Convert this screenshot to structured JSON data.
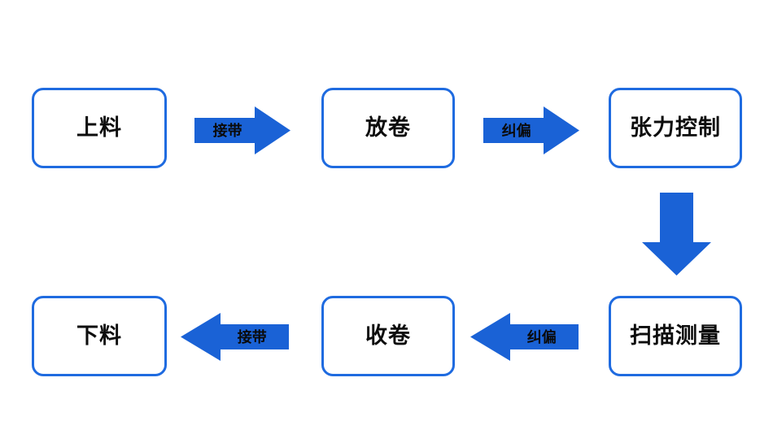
{
  "diagram": {
    "type": "process-flow",
    "title": "",
    "orientation": "serpentine",
    "colors": {
      "box_border": "#1f6be0",
      "box_fill": "#ffffff",
      "arrow_fill": "#1a62d6",
      "text": "#0d0d0d",
      "background": "#ffffff"
    },
    "nodes": [
      {
        "id": "loading",
        "label": "上料",
        "row": "top",
        "order": 1
      },
      {
        "id": "unwinding",
        "label": "放卷",
        "row": "top",
        "order": 2
      },
      {
        "id": "tension",
        "label": "张力控制",
        "row": "top",
        "order": 3
      },
      {
        "id": "scanning",
        "label": "扫描测量",
        "row": "bottom",
        "order": 1
      },
      {
        "id": "rewinding",
        "label": "收卷",
        "row": "bottom",
        "order": 2
      },
      {
        "id": "unloading",
        "label": "下料",
        "row": "bottom",
        "order": 3
      }
    ],
    "arrows": [
      {
        "id": "arrow-loading-to-unwinding",
        "label": "接带",
        "direction": "right",
        "from": "loading",
        "to": "unwinding"
      },
      {
        "id": "arrow-unwinding-to-tension",
        "label": "纠偏",
        "direction": "right",
        "from": "unwinding",
        "to": "tension"
      },
      {
        "id": "arrow-tension-to-scanning",
        "label": "",
        "direction": "down",
        "from": "tension",
        "to": "scanning"
      },
      {
        "id": "arrow-scanning-to-rewinding",
        "label": "纠偏",
        "direction": "left",
        "from": "scanning",
        "to": "rewinding"
      },
      {
        "id": "arrow-rewinding-to-unloading",
        "label": "接带",
        "direction": "left",
        "from": "rewinding",
        "to": "unloading"
      }
    ]
  }
}
